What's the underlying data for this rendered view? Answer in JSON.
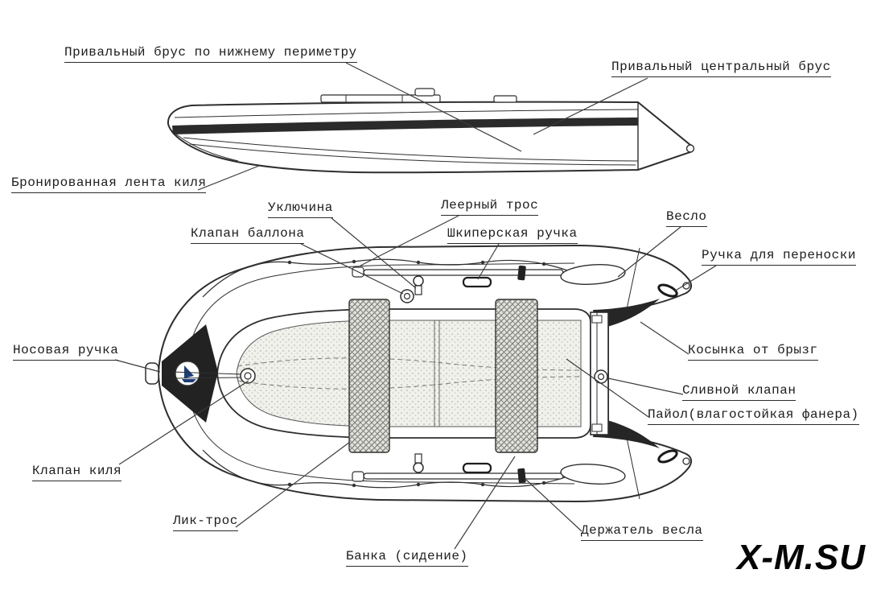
{
  "watermark": "X-M.SU",
  "colors": {
    "line": "#2e2e2e",
    "dark_fill": "#262626",
    "label_text": "#1c1c1c"
  },
  "labels": {
    "privalny_nizhny": "Привальный брус по нижнему периметру",
    "privalny_central": "Привальный центральный брус",
    "bronirovannaya_lenta": "Бронированная лента киля",
    "uklyuchina": "Уключина",
    "leerny_tros": "Леерный трос",
    "klapan_ballona": "Клапан баллона",
    "shkiperskaya_ruchka": "Шкиперская ручка",
    "veslo": "Весло",
    "ruchka_perenoski": "Ручка для переноски",
    "nosovaya_ruchka": "Носовая ручка",
    "kosynka": "Косынка от брызг",
    "slivnoy_klapan": "Сливной клапан",
    "payol": "Пайол(влагостойкая фанера)",
    "klapan_kilya": "Клапан киля",
    "lik_tros": "Лик-трос",
    "derzhatel_vesla": "Держатель весла",
    "banka": "Банка (сидение)"
  }
}
